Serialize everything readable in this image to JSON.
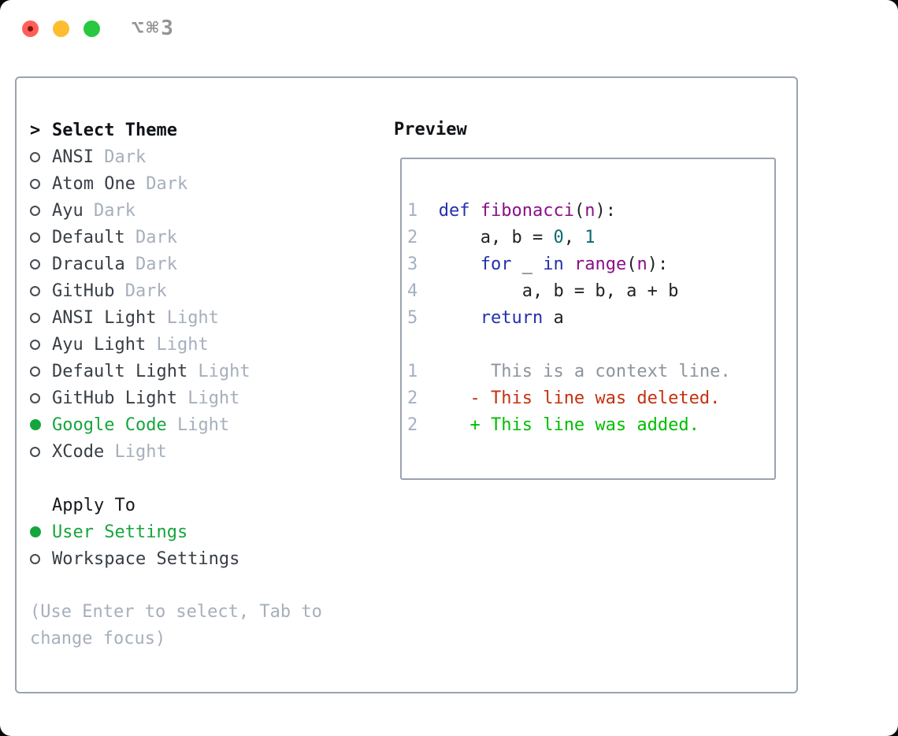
{
  "window": {
    "title": "⌥⌘3",
    "traffic_lights": {
      "close_color": "#ff5f57",
      "close_dot_color": "#7e150d",
      "minimize_color": "#febc2f",
      "zoom_color": "#28c840"
    }
  },
  "theme_picker": {
    "cursor": ">",
    "header": "Select Theme",
    "items": [
      {
        "name": "ANSI",
        "variant": "Dark",
        "selected": false
      },
      {
        "name": "Atom One",
        "variant": "Dark",
        "selected": false
      },
      {
        "name": "Ayu",
        "variant": "Dark",
        "selected": false
      },
      {
        "name": "Default",
        "variant": "Dark",
        "selected": false
      },
      {
        "name": "Dracula",
        "variant": "Dark",
        "selected": false
      },
      {
        "name": "GitHub",
        "variant": "Dark",
        "selected": false
      },
      {
        "name": "ANSI Light",
        "variant": "Light",
        "selected": false
      },
      {
        "name": "Ayu Light",
        "variant": "Light",
        "selected": false
      },
      {
        "name": "Default Light",
        "variant": "Light",
        "selected": false
      },
      {
        "name": "GitHub Light",
        "variant": "Light",
        "selected": false
      },
      {
        "name": "Google Code",
        "variant": "Light",
        "selected": true
      },
      {
        "name": "XCode",
        "variant": "Light",
        "selected": false
      }
    ]
  },
  "apply_to": {
    "label": "Apply To",
    "options": [
      {
        "name": "User Settings",
        "selected": true
      },
      {
        "name": "Workspace Settings",
        "selected": false
      }
    ]
  },
  "hint": {
    "text": "(Use Enter to select, Tab to change focus)"
  },
  "preview": {
    "label": "Preview",
    "code_lines": [
      {
        "num": "1",
        "segments": [
          {
            "t": "def",
            "c": "kw"
          },
          {
            "t": " ",
            "c": "pln"
          },
          {
            "t": "fibonacci",
            "c": "fn"
          },
          {
            "t": "(",
            "c": "pln"
          },
          {
            "t": "n",
            "c": "fn"
          },
          {
            "t": "):",
            "c": "pln"
          }
        ]
      },
      {
        "num": "2",
        "segments": [
          {
            "t": "    a, b = ",
            "c": "pln"
          },
          {
            "t": "0",
            "c": "lit"
          },
          {
            "t": ", ",
            "c": "pln"
          },
          {
            "t": "1",
            "c": "lit"
          }
        ]
      },
      {
        "num": "3",
        "segments": [
          {
            "t": "    ",
            "c": "pln"
          },
          {
            "t": "for",
            "c": "kw"
          },
          {
            "t": " _ ",
            "c": "pln"
          },
          {
            "t": "in",
            "c": "kw"
          },
          {
            "t": " ",
            "c": "pln"
          },
          {
            "t": "range",
            "c": "fn"
          },
          {
            "t": "(",
            "c": "pln"
          },
          {
            "t": "n",
            "c": "fn"
          },
          {
            "t": "):",
            "c": "pln"
          }
        ]
      },
      {
        "num": "4",
        "segments": [
          {
            "t": "        a, b = b, a + b",
            "c": "pln"
          }
        ]
      },
      {
        "num": "5",
        "segments": [
          {
            "t": "    ",
            "c": "pln"
          },
          {
            "t": "return",
            "c": "kw"
          },
          {
            "t": " a",
            "c": "pln"
          }
        ]
      }
    ],
    "diff_lines": [
      {
        "num": "1",
        "sign": " ",
        "text": "This is a context line.",
        "type": "ctx"
      },
      {
        "num": "2",
        "sign": "-",
        "text": "This line was deleted.",
        "type": "del"
      },
      {
        "num": "2",
        "sign": "+",
        "text": "This line was added.",
        "type": "add"
      }
    ]
  },
  "colors": {
    "selection_green": "#16a53c",
    "added_green": "#00bd00",
    "deleted_red": "#c5310f",
    "keyword_blue": "#2330ad",
    "function_purple": "#8a0f8a",
    "literal_teal": "#0c6b6e",
    "muted_gray": "#a6afbc",
    "line_number_gray": "#a4b0c0",
    "panel_border": "#9ba3af"
  }
}
